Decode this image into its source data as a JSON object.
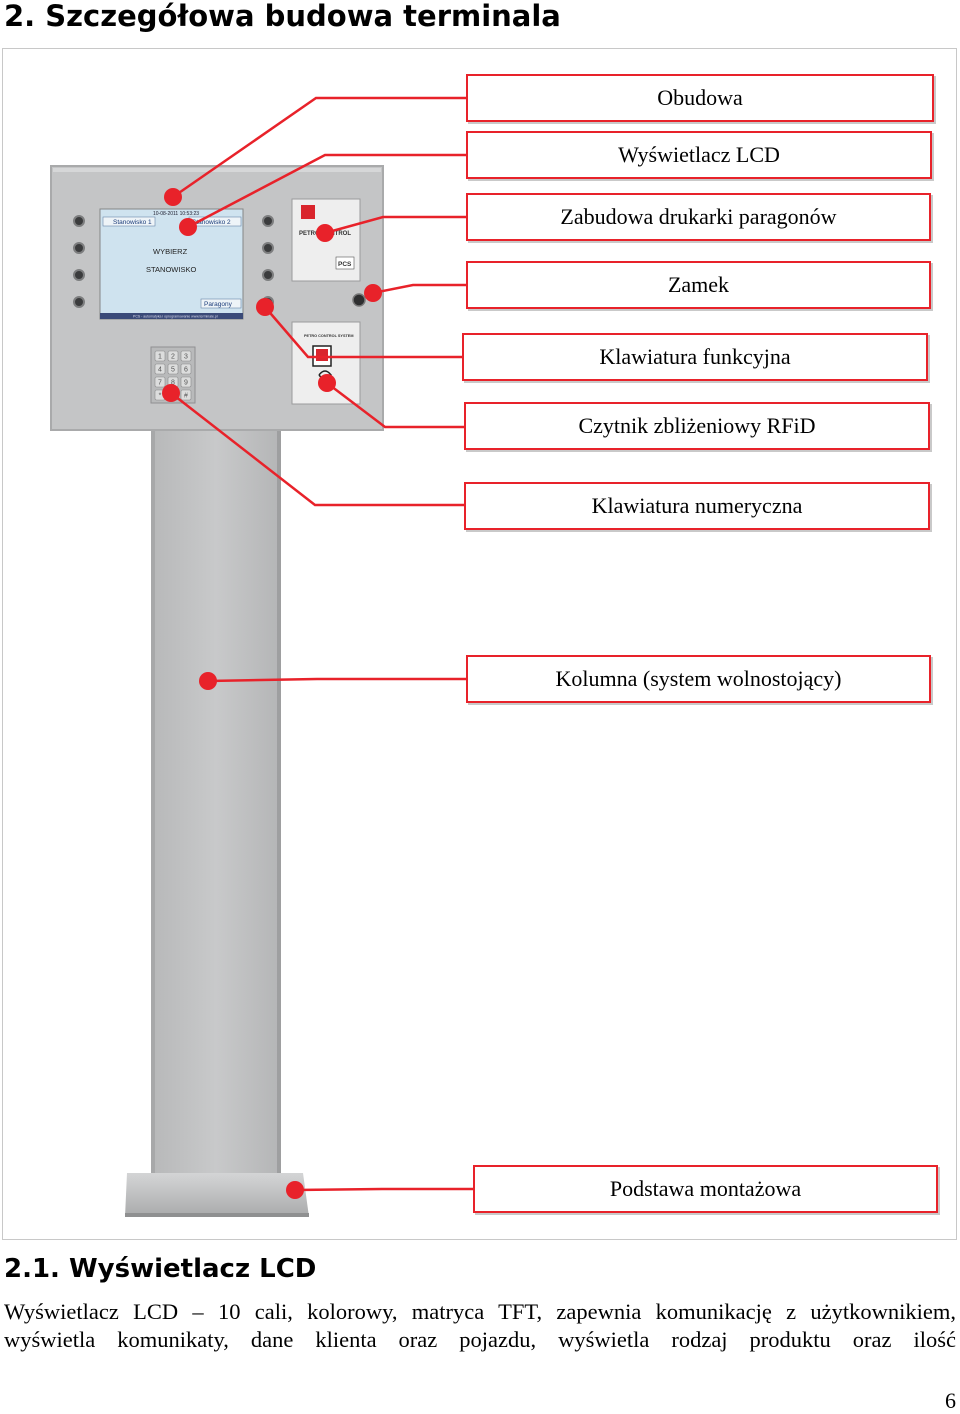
{
  "heading": "2. Szczegółowa budowa terminala",
  "labels": [
    "Obudowa",
    "Wyświetlacz LCD",
    "Zabudowa drukarki paragonów",
    "Zamek",
    "Klawiatura funkcyjna",
    "Czytnik zbliżeniowy RFiD",
    "Klawiatura numeryczna",
    "Kolumna (system wolnostojący)",
    "Podstawa montażowa"
  ],
  "screen": {
    "datetime": "10-08-2011  10:53:23",
    "station1": "Stanowisko 1",
    "station2": "Stanowisko 2",
    "line1": "WYBIERZ",
    "line2": "STANOWISKO",
    "receipts": "Paragony",
    "footer": "PCS - automatyka i oprogramowanie          www.terminale.pl"
  },
  "printer": {
    "brand": "PETRO CONTROL",
    "logo": "PCS"
  },
  "rfid": {
    "brand": "PETRO CONTROL SYSTEM"
  },
  "keypad": [
    "1",
    "2",
    "3",
    "4",
    "5",
    "6",
    "7",
    "8",
    "9",
    "*",
    "0",
    "#"
  ],
  "section": {
    "heading": "2.1. Wyświetlacz LCD",
    "line1": "Wyświetlacz LCD – 10 cali, kolorowy, matryca TFT, zapewnia komunikację z użytkownikiem,",
    "line2": "wyświetla komunikaty, dane klienta oraz pojazdu, wyświetla rodzaj produktu oraz ilość"
  },
  "page_number": "6",
  "colors": {
    "accent_red": "#e8222a",
    "housing_gray": "#c4c5c6",
    "screen_blue": "#cfe3ef"
  }
}
